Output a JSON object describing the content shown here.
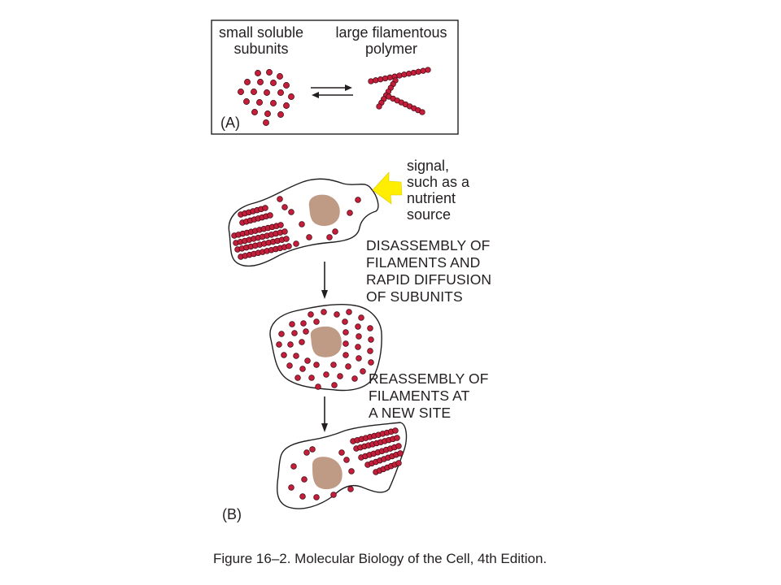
{
  "panel_a": {
    "left_label": [
      "small soluble",
      "subunits"
    ],
    "right_label": [
      "large filamentous",
      "polymer"
    ],
    "tag": "(A)"
  },
  "panel_b": {
    "tag": "(B)",
    "signal_label": [
      "signal,",
      "such as a",
      "nutrient",
      "source"
    ],
    "step1_label": [
      "DISASSEMBLY OF",
      "FILAMENTS AND",
      "RAPID DIFFUSION",
      "OF SUBUNITS"
    ],
    "step2_label": [
      "REASSEMBLY OF",
      "FILAMENTS AT",
      "A NEW SITE"
    ]
  },
  "caption": "Figure 16–2. Molecular Biology of the Cell, 4th Edition.",
  "colors": {
    "subunit": "#c41e3a",
    "subunit_outline": "#3a0a12",
    "nucleus": "#bf9a85",
    "signal_arrow": "#ffee00",
    "ink": "#231f20"
  }
}
